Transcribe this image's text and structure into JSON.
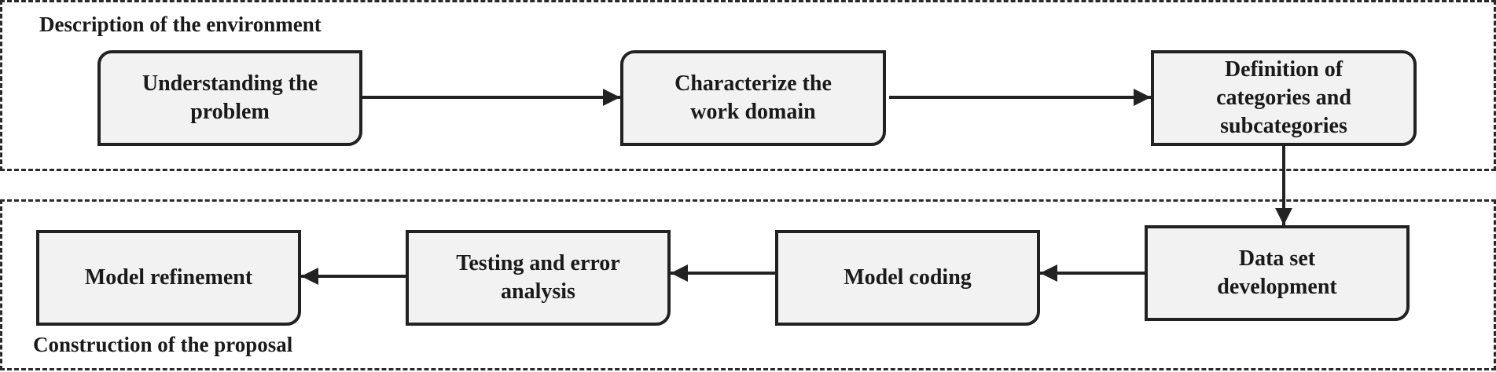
{
  "regions": {
    "top_label": "Description of the environment",
    "bottom_label": "Construction of the proposal"
  },
  "nodes": {
    "understanding": "Understanding the problem",
    "characterize": "Characterize the work domain",
    "definition": "Definition of categories and subcategories",
    "dataset": "Data set development",
    "coding": "Model coding",
    "testing": "Testing and error analysis",
    "refinement": "Model refinement"
  },
  "edges": [
    {
      "from": "understanding",
      "to": "characterize"
    },
    {
      "from": "characterize",
      "to": "definition"
    },
    {
      "from": "definition",
      "to": "dataset"
    },
    {
      "from": "dataset",
      "to": "coding"
    },
    {
      "from": "coding",
      "to": "testing"
    },
    {
      "from": "testing",
      "to": "refinement"
    }
  ]
}
